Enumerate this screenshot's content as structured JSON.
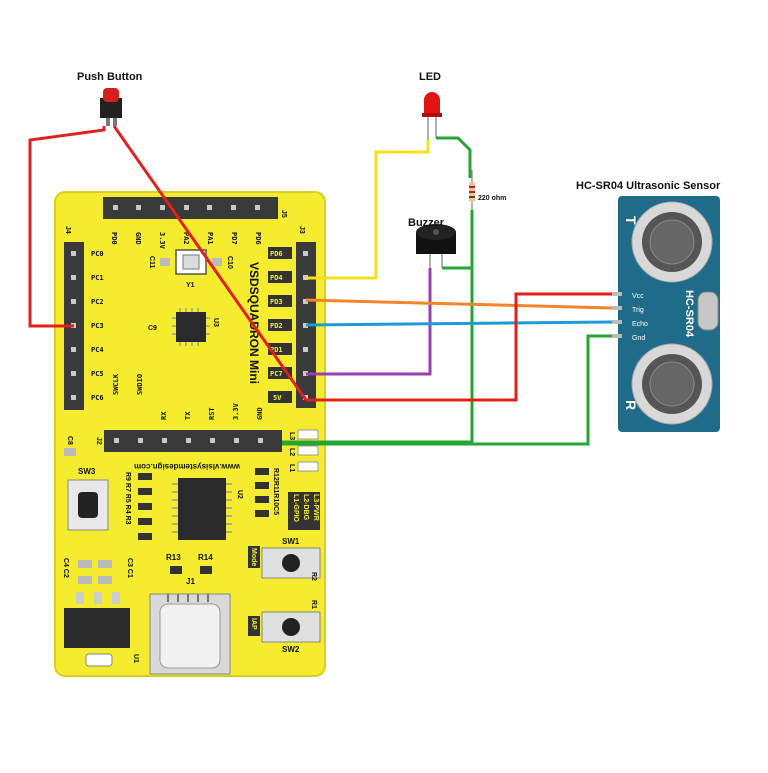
{
  "labels": {
    "push_button": "Push Button",
    "led": "LED",
    "buzzer": "Buzzer",
    "resistor": "220 ohm",
    "sensor_title": "HC-SR04 Ultrasonic Sensor"
  },
  "board": {
    "name": "VSDSQUADRON Mini",
    "url": "www.vlsisystemdesign.com",
    "header_j5": "J5",
    "header_j4": "J4",
    "header_j3": "J3",
    "header_j2": "J2",
    "top_pins": [
      "PD0",
      "GND",
      "3.3V",
      "PA2",
      "PA1",
      "PD7",
      "PD6"
    ],
    "left_pins": [
      "PC0",
      "PC1",
      "PC2",
      "PC3",
      "PC4",
      "PC5",
      "PC6"
    ],
    "right_pins": [
      "PD6",
      "PD4",
      "PD3",
      "PD2",
      "PD1",
      "PC7",
      "5V"
    ],
    "bottom_pins": [
      "SWCLK",
      "SWDIO",
      "RX",
      "TX",
      "RST",
      "3.3V",
      "GND"
    ],
    "components": {
      "c11": "C11",
      "c10": "C10",
      "y1": "Y1",
      "c9": "C9",
      "u3": "U3",
      "c8": "C8",
      "sw3": "SW3",
      "u2": "U2",
      "r_left": "R9 R7 R5 R4 R3",
      "r_right": "R12R11R10C5",
      "r13": "R13",
      "r14": "R14",
      "j1": "J1",
      "c4c2": "C4 C2",
      "c3c1": "C3 C1",
      "u1": "U1",
      "sw1": "SW1",
      "sw2": "SW2",
      "r2": "R2",
      "r1": "R1",
      "mode": "Mode",
      "iap": "IAP",
      "l1": "L1",
      "l2": "L2",
      "l3": "L3",
      "led_labels": [
        "L1-GPIO",
        "L2-DBG",
        "L3-PWR"
      ]
    }
  },
  "sensor": {
    "model": "HC-SR04",
    "pins": [
      "Vcc",
      "Trig",
      "Echo",
      "Gnd"
    ],
    "t": "T",
    "r": "R"
  },
  "colors": {
    "board": "#f5ec2f",
    "header": "#3a3a3a",
    "wire_red": "#e0201a",
    "wire_yellow": "#f4e01c",
    "wire_green": "#24a635",
    "wire_orange": "#f2852a",
    "wire_blue": "#1e9ad6",
    "wire_purple": "#9b3fb0",
    "sensor_blue": "#1f6b8a"
  }
}
